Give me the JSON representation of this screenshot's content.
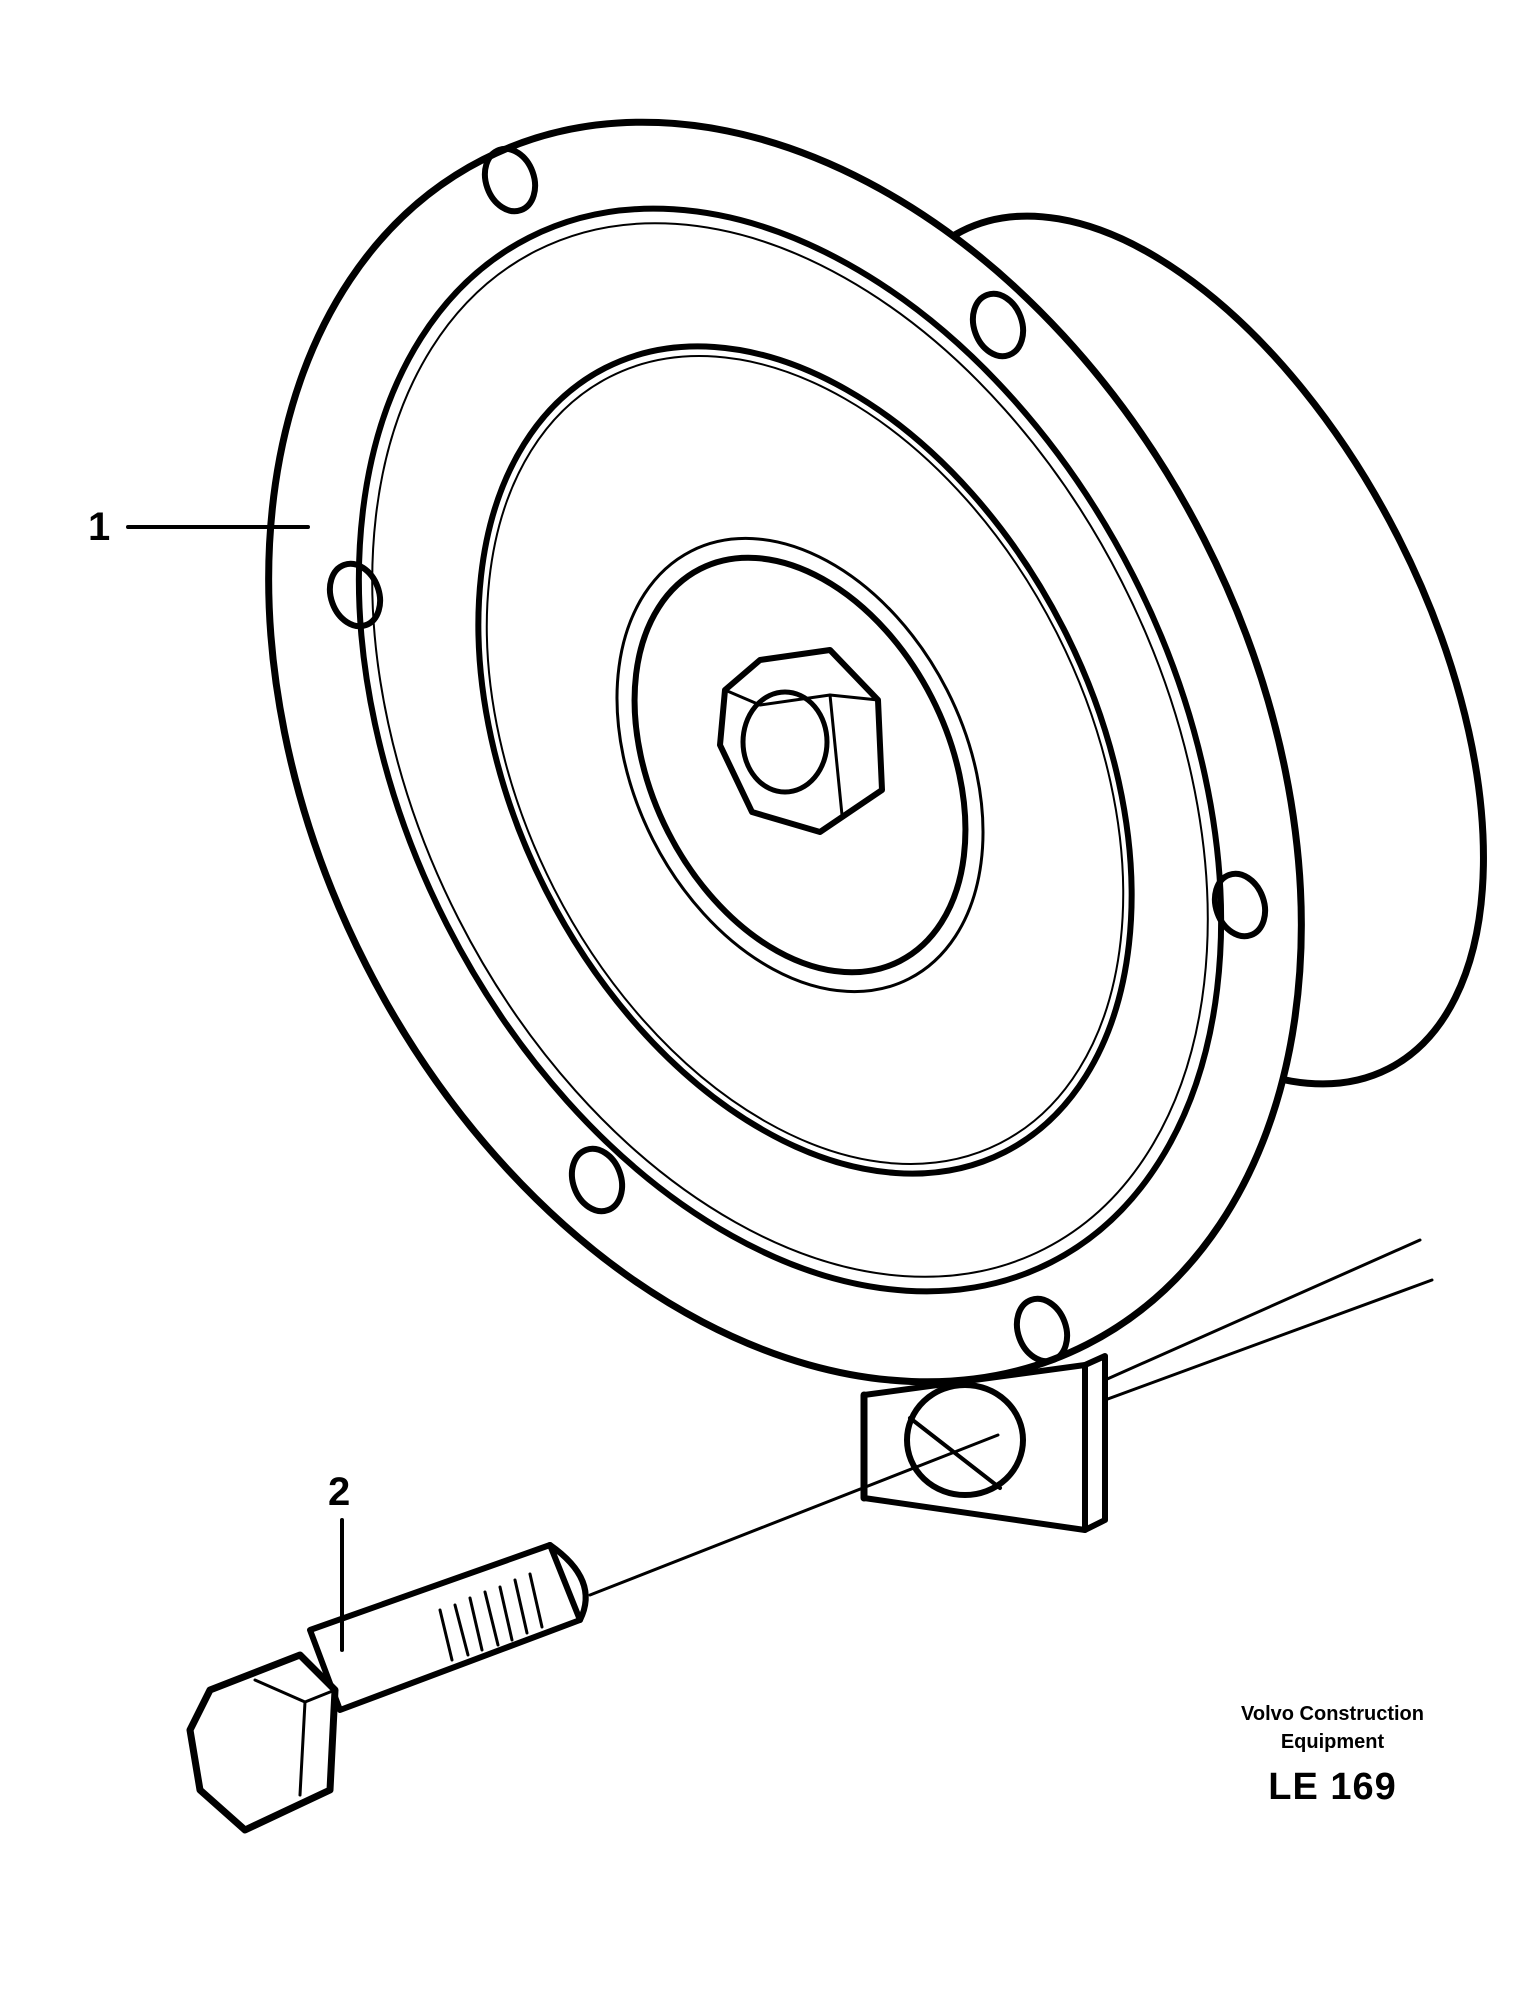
{
  "callouts": {
    "part_1": "1",
    "part_2": "2"
  },
  "credits": {
    "line1": "Volvo Construction",
    "line2": "Equipment",
    "code": "LE 169"
  },
  "colors": {
    "line": "#000000",
    "background": "#ffffff"
  }
}
